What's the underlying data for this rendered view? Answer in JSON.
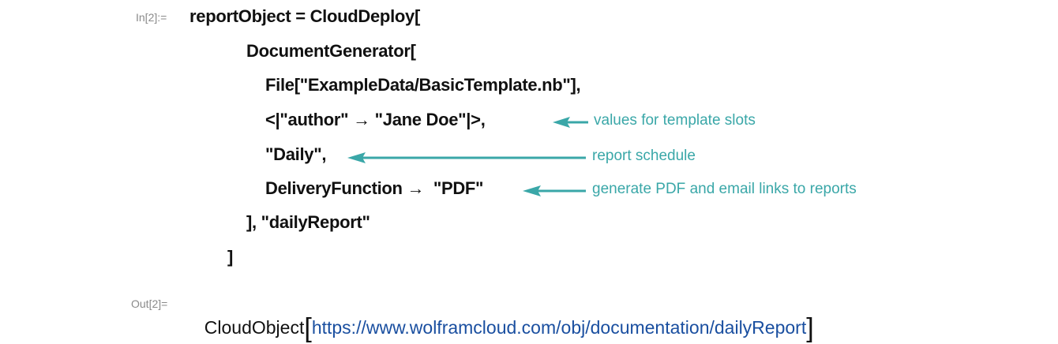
{
  "input_cell": {
    "label": "In[2]:=",
    "lines": [
      "reportObject = CloudDeploy[",
      "DocumentGenerator[",
      "File[\"ExampleData/BasicTemplate.nb\"],",
      "<|\"author\" → \"Jane Doe\"|>,",
      "\"Daily\",",
      "DeliveryFunction →  \"PDF\"",
      "], \"dailyReport\"",
      "]"
    ]
  },
  "annotations": [
    {
      "text": "values for template slots",
      "icon": "left-arrow-icon"
    },
    {
      "text": "report schedule",
      "icon": "left-arrow-icon"
    },
    {
      "text": "generate PDF and email links to reports",
      "icon": "left-arrow-icon"
    }
  ],
  "output_cell": {
    "label": "Out[2]=",
    "head": "CloudObject",
    "open_bracket": "[",
    "url": "https://www.wolframcloud.com/obj/documentation/dailyReport",
    "close_bracket": "]"
  },
  "colors": {
    "annotation": "#3aa7a8",
    "link": "#1a4fa0",
    "label": "#8a8a8a",
    "code": "#111111"
  }
}
